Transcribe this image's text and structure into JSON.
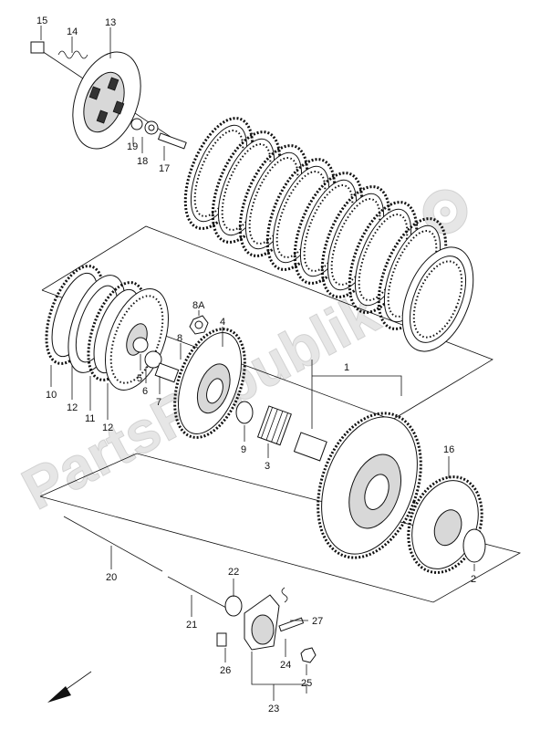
{
  "watermark": {
    "text": "PartsRepublik"
  },
  "callouts": [
    {
      "id": "c15",
      "text": "15"
    },
    {
      "id": "c14",
      "text": "14"
    },
    {
      "id": "c13",
      "text": "13"
    },
    {
      "id": "c19",
      "text": "19"
    },
    {
      "id": "c18",
      "text": "18"
    },
    {
      "id": "c17",
      "text": "17"
    },
    {
      "id": "c8a",
      "text": "8A"
    },
    {
      "id": "c4",
      "text": "4"
    },
    {
      "id": "c8",
      "text": "8"
    },
    {
      "id": "c5",
      "text": "5"
    },
    {
      "id": "c6",
      "text": "6"
    },
    {
      "id": "c7",
      "text": "7"
    },
    {
      "id": "c10",
      "text": "10"
    },
    {
      "id": "c12a",
      "text": "12"
    },
    {
      "id": "c11",
      "text": "11"
    },
    {
      "id": "c12b",
      "text": "12"
    },
    {
      "id": "c9",
      "text": "9"
    },
    {
      "id": "c3",
      "text": "3"
    },
    {
      "id": "c1",
      "text": "1"
    },
    {
      "id": "c16",
      "text": "16"
    },
    {
      "id": "c2",
      "text": "2"
    },
    {
      "id": "c20",
      "text": "20"
    },
    {
      "id": "c22",
      "text": "22"
    },
    {
      "id": "c21",
      "text": "21"
    },
    {
      "id": "c27",
      "text": "27"
    },
    {
      "id": "c24",
      "text": "24"
    },
    {
      "id": "c26",
      "text": "26"
    },
    {
      "id": "c25",
      "text": "25"
    },
    {
      "id": "c23",
      "text": "23"
    }
  ]
}
